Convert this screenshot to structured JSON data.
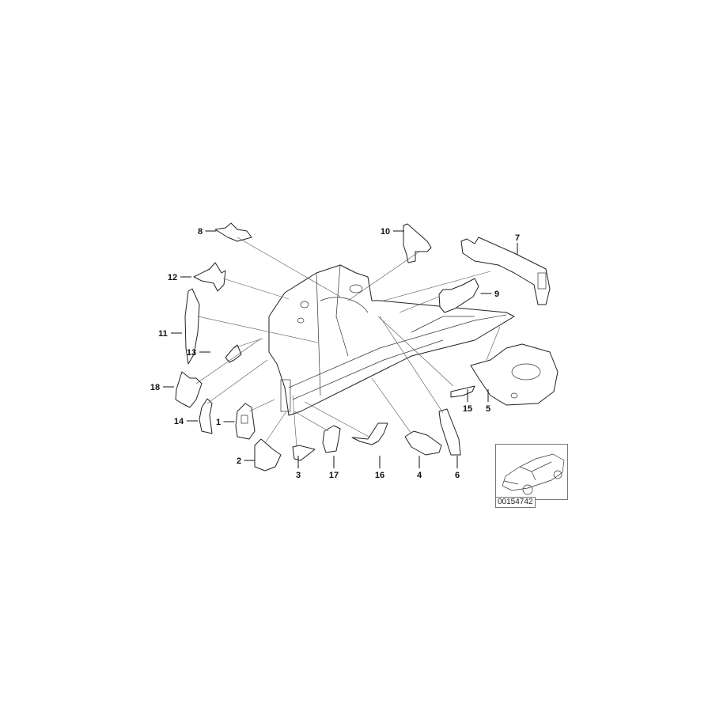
{
  "diagram": {
    "part_labels": [
      "1",
      "2",
      "3",
      "4",
      "5",
      "6",
      "7",
      "8",
      "9",
      "10",
      "11",
      "12",
      "13",
      "14",
      "15",
      "16",
      "17",
      "18"
    ]
  },
  "inset": {
    "image_id": "00154742",
    "icon": "car-outline-icon"
  }
}
